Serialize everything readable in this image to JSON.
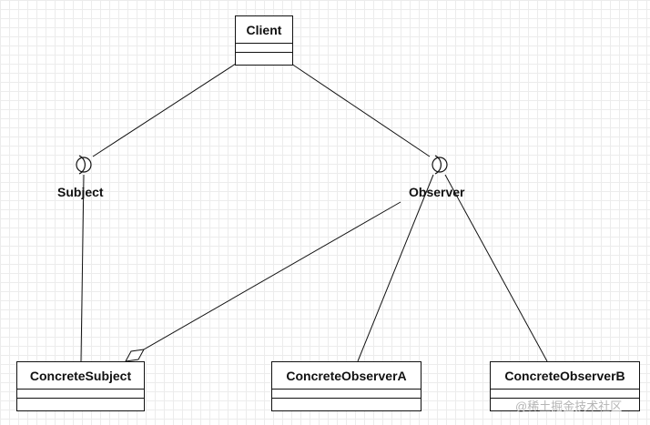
{
  "diagram": {
    "classes": {
      "client": "Client",
      "concrete_subject": "ConcreteSubject",
      "concrete_observer_a": "ConcreteObserverA",
      "concrete_observer_b": "ConcreteObserverB"
    },
    "interfaces": {
      "subject": "Subject",
      "observer": "Observer"
    }
  },
  "watermark": "@稀土掘金技术社区",
  "colors": {
    "line": "#111111",
    "grid": "#ececec",
    "watermark": "#b5b5b5"
  }
}
